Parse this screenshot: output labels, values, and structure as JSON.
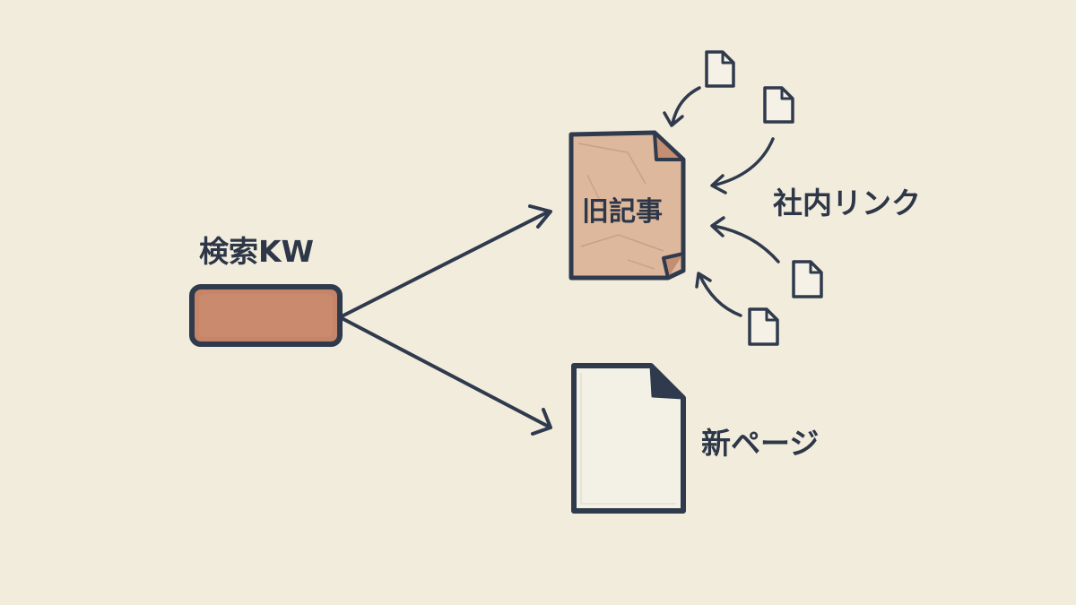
{
  "labels": {
    "keyword": "検索KW",
    "old_article": "旧記事",
    "internal_links": "社内リンク",
    "new_page": "新ページ"
  },
  "colors": {
    "background": "#f2ecdc",
    "ink": "#2f3a4d",
    "keyword_box": "#c68468",
    "old_article_paper": "#ddb89c",
    "new_page_paper": "#f3f0e6"
  }
}
